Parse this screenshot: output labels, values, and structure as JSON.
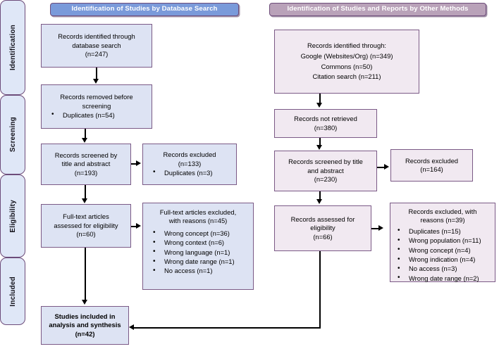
{
  "diagram": {
    "type": "PRISMA flow diagram",
    "banners": {
      "left": "Identification of Studies by Database Search",
      "right": "Identification of Studies and Reports by Other Methods"
    },
    "colors": {
      "banner_left_bg": "#7a9ada",
      "banner_right_bg": "#b9a2b9",
      "box_blue_bg": "#dde3f3",
      "box_pink_bg": "#f1e9f1",
      "box_border": "#7b5a86",
      "stage_bg": "#dfe7f7",
      "connector": "#000000"
    },
    "stages": [
      {
        "label": "Identification"
      },
      {
        "label": "Screening"
      },
      {
        "label": "Eligibility"
      },
      {
        "label": "Included"
      }
    ],
    "left_column": {
      "identified": {
        "lines": [
          "Records identified through",
          "database search",
          "(n=247)"
        ]
      },
      "removed": {
        "lines": [
          "Records removed before",
          "screening"
        ],
        "bullets": [
          "Duplicates (n=54)"
        ]
      },
      "screened": {
        "lines": [
          "Records screened by",
          "title and abstract",
          "(n=193)"
        ]
      },
      "screened_excluded": {
        "lines": [
          "Records excluded",
          "(n=133)"
        ],
        "bullets": [
          "Duplicates (n=3)"
        ]
      },
      "fulltext_assessed": {
        "lines": [
          "Full-text articles",
          "assessed for eligibility",
          "(n=60)"
        ]
      },
      "fulltext_excluded": {
        "lines": [
          "Full-text articles excluded,",
          "with reasons (n=45)"
        ],
        "bullets": [
          "Wrong concept (n=36)",
          "Wrong context (n=6)",
          "Wrong language (n=1)",
          "Wrong date range (n=1)",
          "No access (n=1)"
        ]
      },
      "included": {
        "lines": [
          "Studies included in",
          "analysis and synthesis",
          "(n=42)"
        ]
      }
    },
    "right_column": {
      "identified": {
        "lines": [
          "Records identified through:",
          "Google (Websites/Org) (n=349)",
          "Commons (n=50)",
          "Citation search (n=211)"
        ]
      },
      "not_retrieved": {
        "lines": [
          "Records not retrieved",
          "(n=380)"
        ]
      },
      "screened": {
        "lines": [
          "Records screened by title",
          "and abstract",
          "(n=230)"
        ]
      },
      "screened_excluded": {
        "lines": [
          "Records excluded",
          "(n=164)"
        ]
      },
      "assessed": {
        "lines": [
          "Records assessed for",
          "eligibility",
          "(n=66)"
        ]
      },
      "assessed_excluded": {
        "lines": [
          "Records excluded, with",
          "reasons (n=39)"
        ],
        "bullets": [
          "Duplicates (n=15)",
          "Wrong population (n=11)",
          "Wrong concept (n=4)",
          "Wrong indication (n=4)",
          "No access (n=3)",
          "Wrong date range (n=2)"
        ]
      }
    }
  }
}
